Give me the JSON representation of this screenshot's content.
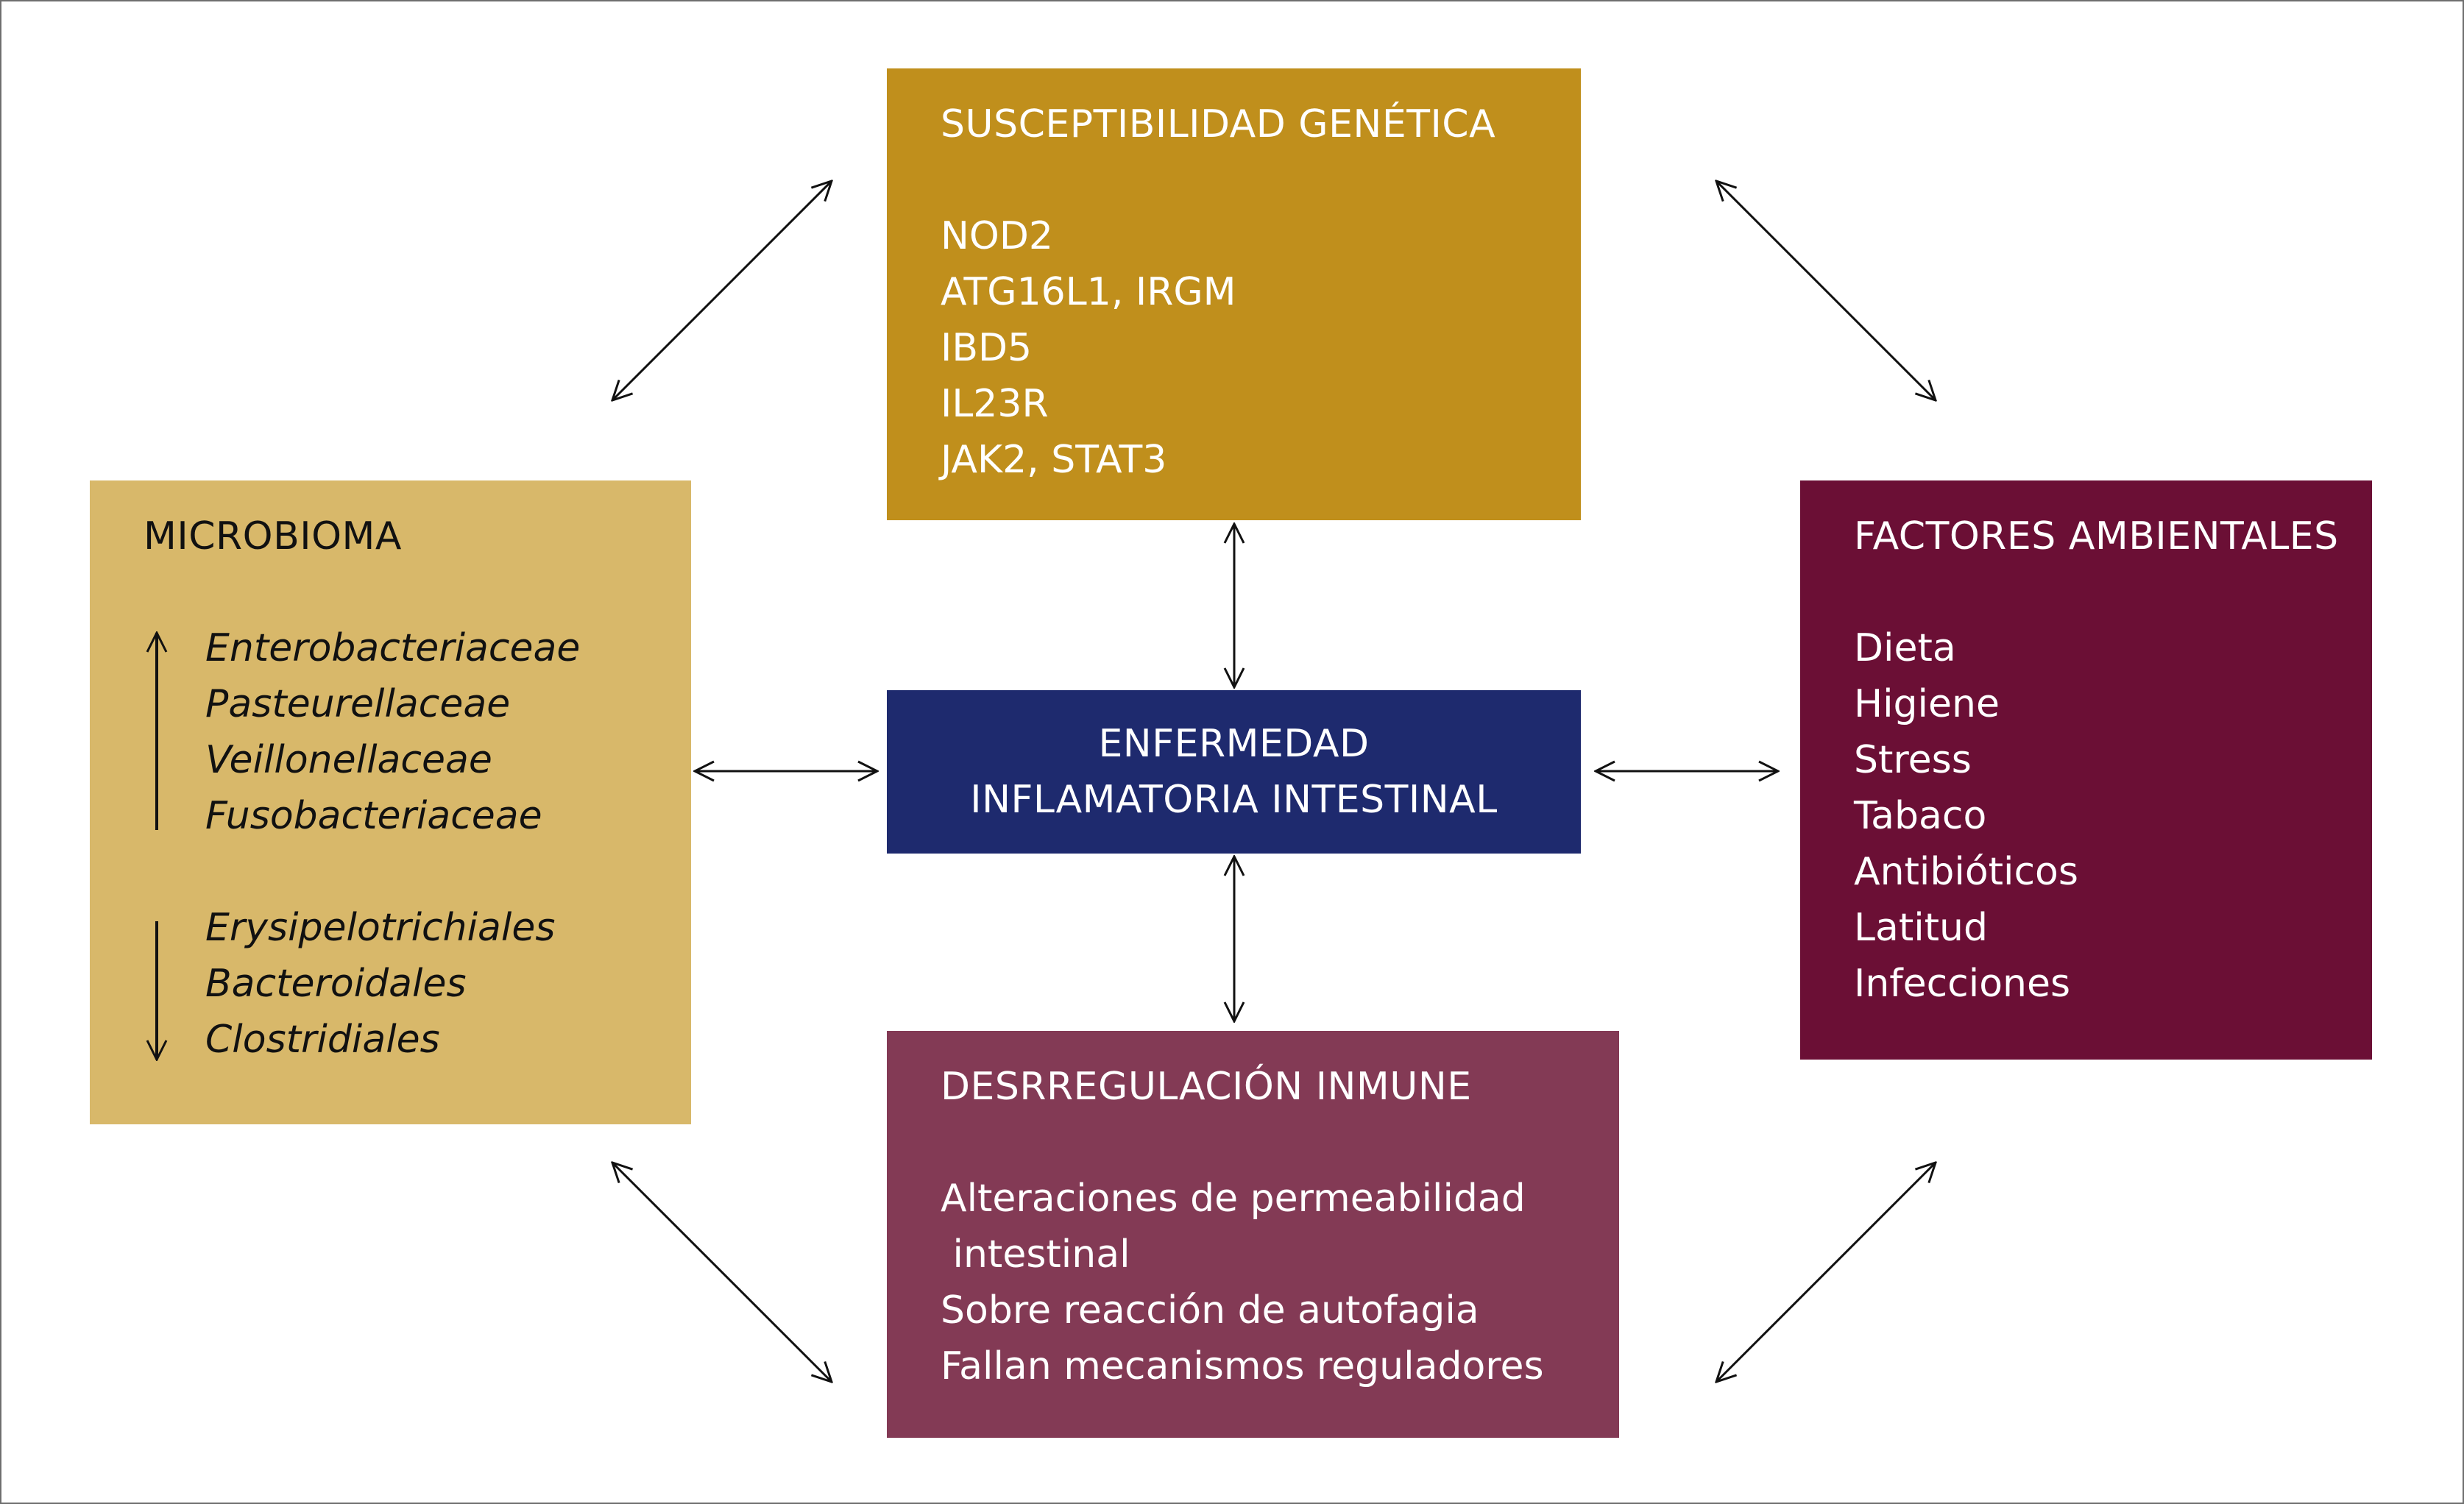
{
  "genetica": {
    "title": "SUSCEPTIBILIDAD GENÉTICA",
    "items": [
      "NOD2",
      "ATG16L1, IRGM",
      "IBD5",
      "IL23R",
      "JAK2, STAT3"
    ]
  },
  "enfermedad": {
    "line1": "ENFERMEDAD",
    "line2": "INFLAMATORIA INTESTINAL"
  },
  "microbioma": {
    "title": "MICROBIOMA",
    "increased": [
      "Enterobacteriaceae",
      "Pasteurellaceae",
      "Veillonellaceae",
      "Fusobacteriaceae"
    ],
    "decreased": [
      "Erysipelotrichiales",
      "Bacteroidales",
      "Clostridiales"
    ]
  },
  "ambientales": {
    "title": "FACTORES AMBIENTALES",
    "items": [
      "Dieta",
      "Higiene",
      "Stress",
      "Tabaco",
      "Antibióticos",
      "Latitud",
      "Infecciones"
    ]
  },
  "inmune": {
    "title": "DESRREGULACIÓN INMUNE",
    "items": [
      "Alteraciones de permeabilidad",
      " intestinal",
      "Sobre reacción de autofagia",
      "Fallan mecanismos reguladores"
    ]
  },
  "colors": {
    "genetica": "#c08f1c",
    "enfermedad": "#1e2a6e",
    "microbioma": "#d8b86a",
    "ambientales": "#6b0f35",
    "inmune": "#833a55"
  }
}
